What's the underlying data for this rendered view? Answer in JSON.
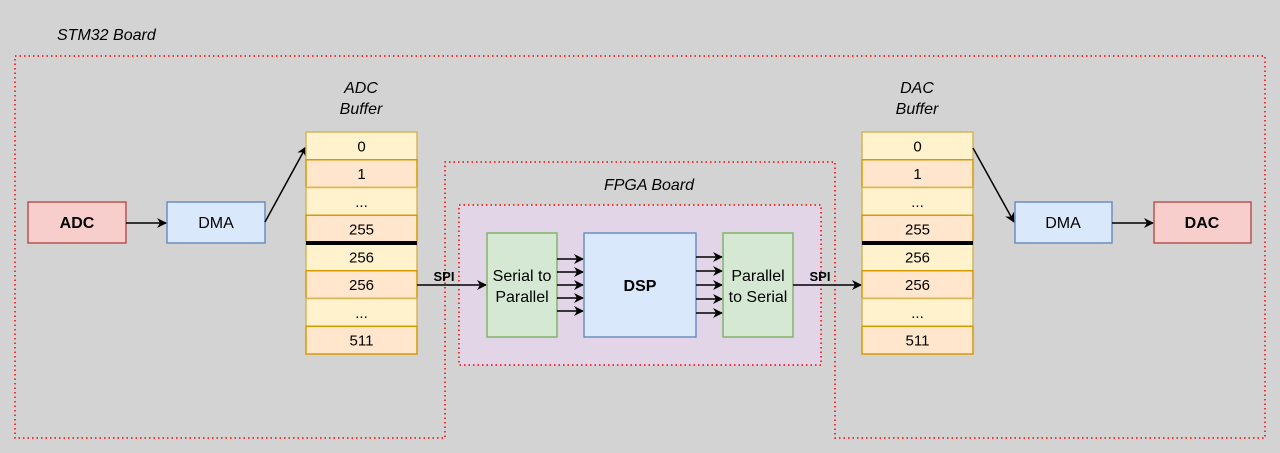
{
  "stm32_board": {
    "label": "STM32 Board",
    "outline_color": "#ff0000"
  },
  "fpga_board": {
    "label": "FPGA Board",
    "fill_color": "#e1d5e7"
  },
  "adc_block": {
    "label": "ADC",
    "fill": "#f8cecc",
    "stroke": "#b85450"
  },
  "dac_block": {
    "label": "DAC",
    "fill": "#f8cecc",
    "stroke": "#b85450"
  },
  "dma_in": {
    "label": "DMA",
    "fill": "#dae8fc",
    "stroke": "#6c8ebf"
  },
  "dma_out": {
    "label": "DMA",
    "fill": "#dae8fc",
    "stroke": "#6c8ebf"
  },
  "adc_buffer": {
    "title_line1": "ADC",
    "title_line2": "Buffer",
    "cells": [
      "0",
      "1",
      "...",
      "255",
      "256",
      "256",
      "...",
      "511"
    ]
  },
  "dac_buffer": {
    "title_line1": "DAC",
    "title_line2": "Buffer",
    "cells": [
      "0",
      "1",
      "...",
      "255",
      "256",
      "256",
      "...",
      "511"
    ]
  },
  "buffer_colors": {
    "light_fill": "#fff2cc",
    "light_stroke": "#d6b656",
    "dark_fill": "#ffe6cc",
    "dark_stroke": "#d79b00"
  },
  "serial_to_parallel": {
    "line1": "Serial to",
    "line2": "Parallel",
    "fill": "#d5e8d4",
    "stroke": "#82b366"
  },
  "parallel_to_serial": {
    "line1": "Parallel",
    "line2": "to Serial",
    "fill": "#d5e8d4",
    "stroke": "#82b366"
  },
  "dsp": {
    "label": "DSP",
    "fill": "#dae8fc",
    "stroke": "#6c8ebf"
  },
  "links": {
    "spi_in_label": "SPI",
    "spi_out_label": "SPI",
    "parallel_bus_width": 5
  }
}
